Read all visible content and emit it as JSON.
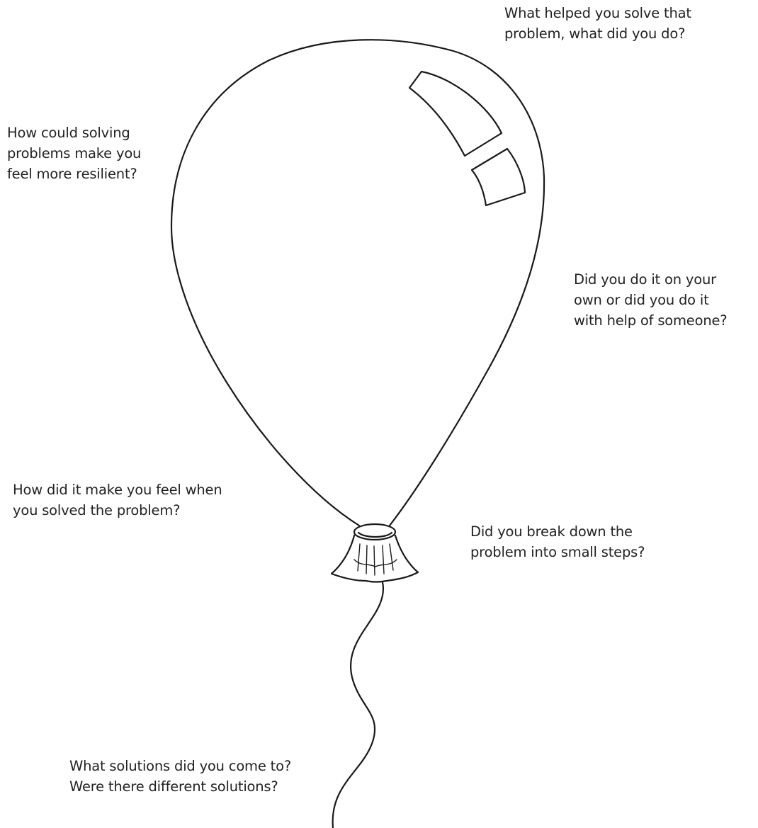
{
  "worksheet": {
    "prompts": {
      "helped": [
        "What helped you solve that",
        "problem, what did you do?"
      ],
      "resilient": [
        "How could solving",
        "problems make you",
        "feel more resilient?"
      ],
      "own_or_help": [
        "Did you do it on your",
        "own or did you do it",
        "with help of someone?"
      ],
      "feel": [
        "How did it make you feel when",
        "you solved the problem?"
      ],
      "steps": [
        "Did you break down the",
        "problem into small steps?"
      ],
      "solutions": [
        "What solutions did you come to?",
        "Were there different solutions?"
      ]
    }
  },
  "colors": {
    "line": "#1a1a1a",
    "text": "#222222",
    "background": "#ffffff"
  },
  "icons": {
    "balloon": "balloon-icon",
    "highlight": "balloon-highlight-icon",
    "knot": "balloon-knot-icon",
    "string": "balloon-string-icon"
  }
}
